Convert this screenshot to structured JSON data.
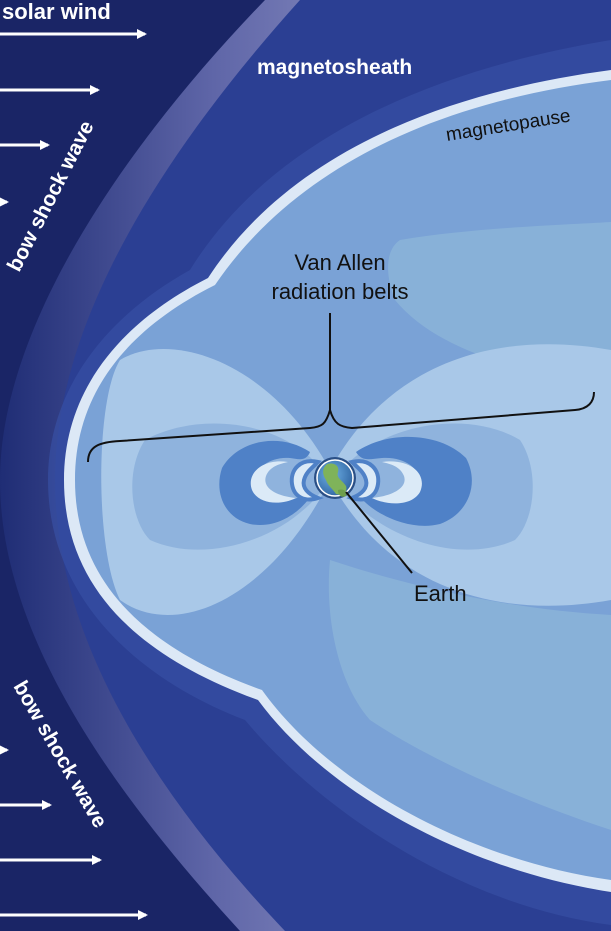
{
  "labels": {
    "solar_wind": "solar wind",
    "magnetosheath": "magnetosheath",
    "magnetopause": "magnetopause",
    "bow_shock_upper": "bow shock wave",
    "bow_shock_lower": "bow shock wave",
    "van_allen_line1": "Van Allen",
    "van_allen_line2": "radiation belts",
    "earth": "Earth"
  },
  "colors": {
    "solar_wind_region": "#1a2566",
    "bow_shock_glow": "#8f93c4",
    "magnetosheath": "#2b3f93",
    "magnetopause_edge": "#dce8f6",
    "magnetosphere_outer": "#7aa2d6",
    "magnetosphere_mid": "#8fb3dd",
    "tail_lobe": "#88b1d8",
    "inner_field": "#a9c8e8",
    "radiation_belt": "#4f81c7",
    "belt_inner": "#dbeaf7",
    "earth_ocean": "#3a7fc2",
    "earth_land": "#7fb35a"
  }
}
